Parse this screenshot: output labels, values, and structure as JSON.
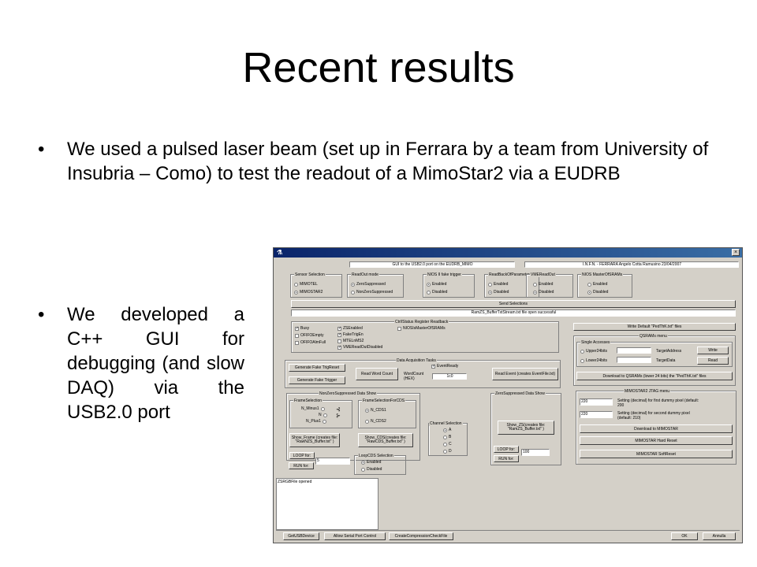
{
  "slide": {
    "title": "Recent results",
    "bullet_marker": "•",
    "bullet1": "We used a pulsed laser beam (set up in Ferrara by a team from University of Insubria – Como) to test the readout of a MimoStar2 via a EUDRB",
    "bullet2": "We developed a C++ GUI for debugging (and slow DAQ) via the USB2.0 port"
  },
  "gui": {
    "app_icon": "lab-icon",
    "close_glyph": "×",
    "header_left": "GUI to the USB2.0 port on the EUDRB_MIMO",
    "header_right": "I.N.F.N. - FERRARA  Angelo Cotta Ramusino  23/04/2007",
    "sensor_selection": {
      "caption": "Sensor Selection",
      "options": [
        "MIMOTEL",
        "MIMOSTAR2"
      ],
      "selected": "MIMOSTAR2"
    },
    "readout_mode": {
      "caption": "ReadOut mode",
      "options": [
        "ZeroSuppressed",
        "NonZeroSuppressed"
      ],
      "selected": "ZeroSuppressed"
    },
    "nios_fake": {
      "caption": "NIOS II fake trigger",
      "options": [
        "Enabled",
        "Disabled"
      ],
      "selected": "Enabled"
    },
    "readback_params": {
      "caption": "ReadBackOfParameters",
      "options": [
        "Enabled",
        "Disabled"
      ],
      "selected": "Disabled"
    },
    "vme_readout": {
      "caption": "VMEReadOut",
      "options": [
        "Enabled",
        "Disabled"
      ],
      "selected": "Disabled"
    },
    "nios_master": {
      "caption": "NIOS MasterOfSRAMs",
      "options": [
        "Enabled",
        "Disabled"
      ],
      "selected": "Disabled"
    },
    "send_selections": "Send Selections",
    "status_line": "RamZS_BufferTxtStream.txt file open successful",
    "ctrl": {
      "caption": "Ctrl/Status Register Readback",
      "col1": [
        "Busy",
        "OFIFOEmpty",
        "OFIFOAlmFull"
      ],
      "col1_checked": [
        true,
        false,
        false
      ],
      "col2": [
        "ZSEnabled",
        "FakeTrigEn",
        "MTELnMS2",
        "VMEReadOutDisabled"
      ],
      "col2_checked": [
        true,
        true,
        false,
        true
      ],
      "col3": [
        "NIOSIsMasterOfSRAMs"
      ],
      "col3_checked": [
        false
      ],
      "check_mark": "✓"
    },
    "write_default": "Write Default \"PedThK.txt\" files",
    "qsrams": {
      "caption": "QSRAMs menu",
      "single_caption": "Single Accesses",
      "upper": "Upper24bits",
      "lower": "Lower24bits",
      "target_address": "TargetAddress",
      "target_data": "TargetData",
      "write": "Write",
      "read": "Read",
      "download": "Download to QSRAMs (lower 24 bits) the \"PedThK.txt\" files"
    },
    "daq": {
      "caption": "Data Acquisition Tasks",
      "gen_trig_reset": "Generate Fake TrigReset",
      "gen_trigger": "Generate Fake Trigger",
      "read_word_count": "Read Word Count",
      "event_ready": "EventReady",
      "word_count_label": "WordCount (HEX)",
      "word_count_value": "1c0",
      "read_event": "Read Event (creates EventFile.txt)"
    },
    "nzs": {
      "caption": "NonZeroSuppressed Data Show",
      "frame_sel": "FrameSelection",
      "frame_opts": [
        "N_Minus1",
        "N",
        "N_Plus1"
      ],
      "frame_for_cds": "FrameSelectionForCDS",
      "cds_opts": [
        "N_CDS1",
        "N_CDS2"
      ],
      "cds_selected": "N_CDS1",
      "show_frame": "Show_Frame (creates file: \"RawNZS_Buffer.txt\" )",
      "show_cds": "Show_CDS(creates file: \"RawCDS_Buffer.txt\" )",
      "loop_for": "LOOP for:",
      "run_for": "RUN for:",
      "run_value": "5",
      "loopcds": {
        "caption": "LoopCDS Selection",
        "options": [
          "Enabled",
          "Disabled"
        ],
        "selected": "Enabled"
      }
    },
    "channel": {
      "caption": "Channel Selection",
      "options": [
        "A",
        "B",
        "C",
        "D"
      ],
      "selected": "A"
    },
    "zs": {
      "caption": "ZeroSuppressed Data Show",
      "show_zs": "Show_ZS(creates file: \"RamZS_Buffer.txt\" )",
      "loop_for": "LOOP for:",
      "run_for": "RUN for:",
      "loop_value": "100"
    },
    "jtag": {
      "caption": "MIMOSTAR2 JTAG menu",
      "v1": "220",
      "d1": "Setting (decimal) for first dummy pixel (default: 200",
      "v2": "220",
      "d2": "Setting (decimal) for second dummy pixel (default: 210)",
      "download": "Download to MIMOSTAR",
      "hard_reset": "MIMOSTAR Hard Reset",
      "soft_reset": "MIMOSTAR SoftReset"
    },
    "zsrgb_file": "ZSRGBFile opened",
    "bottom": {
      "get_usb": "GetUSBDevice",
      "allow_serial": "Allow Serial Port Control",
      "create_comp": "CreateCompressionCheckFile",
      "ok": "OK",
      "cancel": "Annulla"
    }
  }
}
